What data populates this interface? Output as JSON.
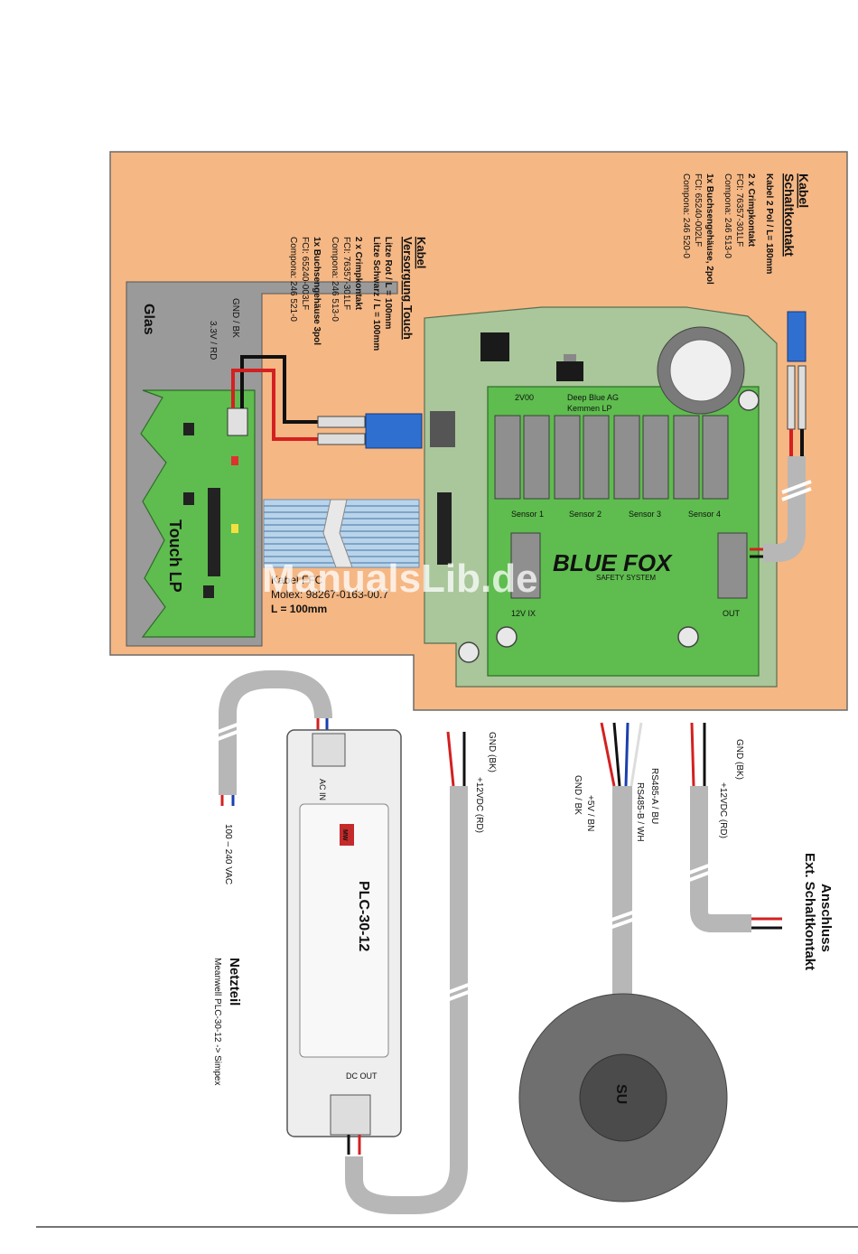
{
  "colors": {
    "background_panel": "#f5b784",
    "pcb_main": "#a9c79a",
    "pcb_green": "#5ebd4e",
    "glass": "#9a9a9a",
    "wire_red": "#d42020",
    "wire_black": "#111111",
    "wire_blue": "#1a3fae",
    "cable_gray": "#b7b7b7",
    "sensor_dark": "#5a5a5a",
    "watermark": "#ffffff"
  },
  "cable_schaltkontakt": {
    "title": "Kabel",
    "subtitle": "Schaltkontakt",
    "lines": [
      "Kabel 2 Pol / L= 180mm",
      "2 x Crimpkontakt",
      "FCI: 76357-301LF",
      "Compona: 246 513-0",
      "1x Buchsengehäuse, 2pol",
      "FCI: 65240-002LF",
      "Compona: 246 520-0"
    ]
  },
  "cable_touch": {
    "title": "Kabel",
    "subtitle": "Versorgung Touch",
    "lines": [
      "Litze Rot / L = 100mm",
      "Litze Schwarz / L = 100mm",
      "2 x Crimpkontakt",
      "FCI: 76357-301LF",
      "Compona: 246 513-0",
      "1x Buchsengehäuse 3pol",
      "FCI: 65240-003LF",
      "Compona: 246 521-0"
    ]
  },
  "glass": {
    "label": "Glas",
    "gnd_label": "GND / BK",
    "v33_label": "3.3V / RD"
  },
  "touch_pcb": {
    "label": "Touch LP"
  },
  "ribbon": {
    "line1": "Kabel FFC",
    "line2": "Molex: 98267-0163-00.7",
    "line3": "L = 100mm"
  },
  "main_pcb": {
    "label_line1": "Deep Blue AG",
    "label_line2": "Kemmen LP",
    "label_vdd": "2V00",
    "sensors": [
      "Sensor 1",
      "Sensor 2",
      "Sensor 3",
      "Sensor 4"
    ],
    "terminal_left": "12V IX",
    "terminal_right": "OUT",
    "logo_main": "BLUE FOX",
    "logo_sub": "SAFETY SYSTEM"
  },
  "power_supply": {
    "model": "PLC-30-12",
    "brand": "MW",
    "ac_in": "AC IN",
    "dc_out": "DC OUT",
    "input_voltage": "100 – 240 VAC",
    "title": "Netzteil",
    "subtitle": "Meanwell PLC-30-12 -> Simpex"
  },
  "psu_cable": {
    "gnd": "GND (BK)",
    "plus": "+12VDC (RD)"
  },
  "su_cable": {
    "rs485a": "RS485-A / BU",
    "rs485b": "RS485-B / WH",
    "plus5": "+5V / BN",
    "gnd": "GND / BK"
  },
  "su_unit": {
    "label": "SU"
  },
  "ext_contact": {
    "gnd": "GND (BK)",
    "plus": "+12VDC (RD)",
    "title_line1": "Anschluss",
    "title_line2": "Ext. Schaltkontakt"
  },
  "watermark": {
    "text": "ManualsLib.de"
  }
}
